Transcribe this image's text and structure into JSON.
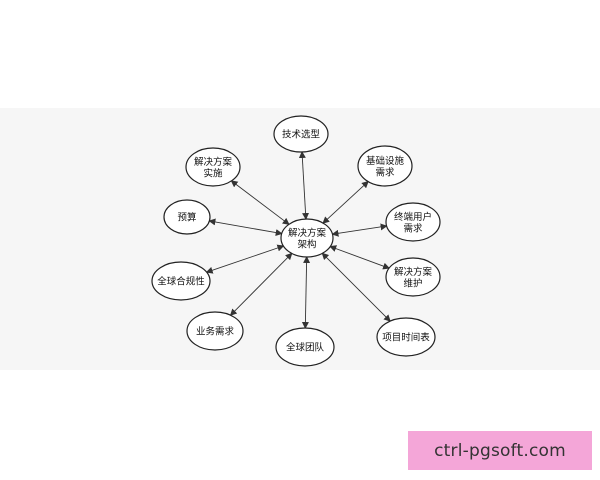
{
  "diagram": {
    "center": {
      "label_lines": [
        "解决方案",
        "架构"
      ]
    },
    "nodes": [
      {
        "id": "tech-selection",
        "label_lines": [
          "技术选型"
        ]
      },
      {
        "id": "infra-needs",
        "label_lines": [
          "基础设施",
          "需求"
        ]
      },
      {
        "id": "end-user-needs",
        "label_lines": [
          "终端用户",
          "需求"
        ]
      },
      {
        "id": "solution-maintenance",
        "label_lines": [
          "解决方案",
          "维护"
        ]
      },
      {
        "id": "project-timeline",
        "label_lines": [
          "项目时间表"
        ]
      },
      {
        "id": "global-team",
        "label_lines": [
          "全球团队"
        ]
      },
      {
        "id": "business-needs",
        "label_lines": [
          "业务需求"
        ]
      },
      {
        "id": "global-compliance",
        "label_lines": [
          "全球合规性"
        ]
      },
      {
        "id": "budget",
        "label_lines": [
          "预算"
        ]
      },
      {
        "id": "solution-implementation",
        "label_lines": [
          "解决方案",
          "实施"
        ]
      }
    ]
  },
  "watermark": {
    "text": "ctrl-pgsoft.com"
  }
}
